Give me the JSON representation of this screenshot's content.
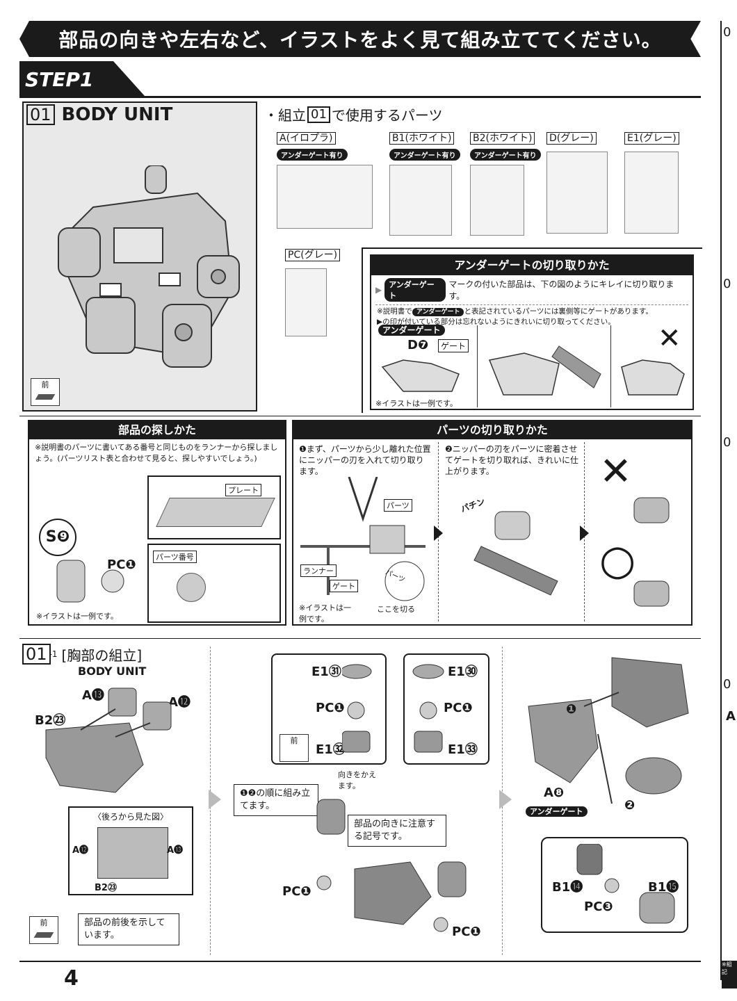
{
  "banner": "部品の向きや左右など、イラストをよく見て組み立ててください。",
  "step": "STEP1",
  "section": {
    "num": "01",
    "title": "BODY UNIT"
  },
  "parts_used": {
    "heading": "・組立",
    "heading_num": "01",
    "heading_suffix": "で使用するパーツ",
    "underglate_pill": "アンダーゲート有り",
    "runners": [
      {
        "label": "A(イロプラ)",
        "pill": "アンダーゲート有り"
      },
      {
        "label": "B1(ホワイト)",
        "pill": "アンダーゲート有り"
      },
      {
        "label": "B2(ホワイト)",
        "pill": "アンダーゲート有り"
      },
      {
        "label": "D(グレー)",
        "pill": ""
      },
      {
        "label": "E1(グレー)",
        "pill": ""
      },
      {
        "label": "PC(グレー)",
        "pill": ""
      }
    ]
  },
  "front_label": "前",
  "undergate_box": {
    "title": "アンダーゲートの切り取りかた",
    "pill": "アンダーゲート",
    "line1": "マークの付いた部品は、下の図のようにキレイに切り取ります。",
    "note_pre": "※説明書で",
    "note_pill": "アンダーゲート",
    "note_post": "と表記されているパーツには裏側等にゲートがあります。",
    "note2": "▶の印が付いている部分は忘れないようにきれいに切り取ってください。",
    "badge": "アンダーゲート",
    "part": "D❼",
    "gate": "ゲート",
    "example": "※イラストは一例です。",
    "x_mark": "✕"
  },
  "find_box": {
    "title": "部品の探しかた",
    "text": "※説明書のパーツに書いてある番号と同じものをランナーから探しましょう。(パーツリスト表と合わせて見ると、探しやすいでしょう。)",
    "plate": "プレート",
    "part_num": "パーツ番号",
    "s9": "S❾",
    "pc1": "PC❶",
    "example": "※イラストは一例です。"
  },
  "cut_box": {
    "title": "パーツの切り取りかた",
    "step1": "❶まず、パーツから少し離れた位置にニッパーの刃を入れて切り取ります。",
    "step2": "❷ニッパーの刃をパーツに密着させてゲートを切り取れば、きれいに仕上がります。",
    "parts": "パーツ",
    "runner": "ランナー",
    "gate": "ゲート",
    "cut_here": "ここを切る",
    "parts2": "パーツ",
    "snap": "パチン",
    "example": "※イラストは一例です。",
    "x_mark": "✕",
    "o_mark": "○"
  },
  "sub": {
    "num": "01",
    "sup": "-1",
    "title": "[胸部の組立]",
    "unit": "BODY UNIT",
    "a13": "A⓭",
    "a12": "A⓬",
    "b2_23": "B2㉓",
    "back_view": "〈後ろから見た図〉",
    "back_a12": "A⓬",
    "back_a13": "A⓭",
    "back_b2": "B2㉓",
    "front_note": "部品の前後を示しています。",
    "e1_31": "E1㉛",
    "e1_30": "E1㉚",
    "pc1a": "PC❶",
    "pc1b": "PC❶",
    "e1_32": "E1㉜",
    "e1_33": "E1㉝",
    "turn": "向きをかえます。",
    "order_note": "❶❷の順に組み立てます。",
    "orient_note": "部品の向きに注意する記号です。",
    "pc1c": "PC❶",
    "pc1d": "PC❶",
    "a8": "A❽",
    "a8_pill": "アンダーゲート",
    "b1_14": "B1⓮",
    "b1_15": "B1⓯",
    "pc3": "PC❸",
    "c1": "❶",
    "c2": "❷"
  },
  "page_number": "4",
  "right_tabs": [
    "0",
    "0",
    "0",
    "0"
  ],
  "right_a": "A",
  "right_note": "※組 記"
}
